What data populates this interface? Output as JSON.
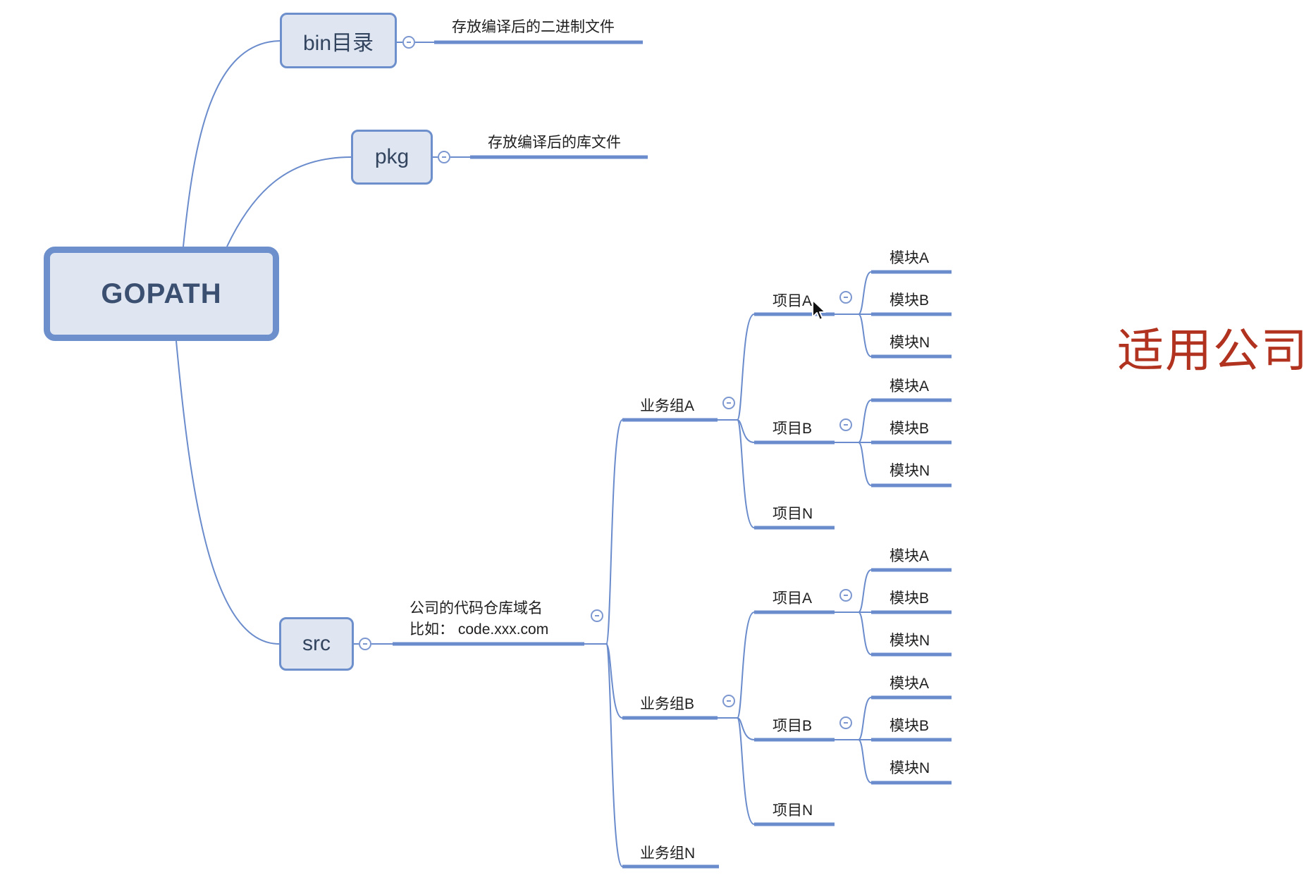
{
  "colors": {
    "line": "#6b8ccc",
    "box_fill": "#dfe6f2",
    "box_border": "#6d8fcb",
    "accent_text": "#b0321f"
  },
  "root": {
    "label": "GOPATH"
  },
  "bin": {
    "label": "bin目录",
    "note": "存放编译后的二进制文件"
  },
  "pkg": {
    "label": "pkg",
    "note": "存放编译后的库文件"
  },
  "src": {
    "label": "src",
    "note_line1": "公司的代码仓库域名",
    "note_line2": "比如：  code.xxx.com"
  },
  "groups": [
    {
      "label": "业务组A",
      "projects": [
        {
          "label": "项目A",
          "modules": [
            "模块A",
            "模块B",
            "模块N"
          ]
        },
        {
          "label": "项目B",
          "modules": [
            "模块A",
            "模块B",
            "模块N"
          ]
        },
        {
          "label": "项目N",
          "modules": []
        }
      ]
    },
    {
      "label": "业务组B",
      "projects": [
        {
          "label": "项目A",
          "modules": [
            "模块A",
            "模块B",
            "模块N"
          ]
        },
        {
          "label": "项目B",
          "modules": [
            "模块A",
            "模块B",
            "模块N"
          ]
        },
        {
          "label": "项目N",
          "modules": []
        }
      ]
    },
    {
      "label": "业务组N",
      "projects": []
    }
  ],
  "side_title": "适用公司",
  "icons": {
    "toggle": "collapse-minus-icon",
    "cursor": "mouse-pointer-icon"
  }
}
